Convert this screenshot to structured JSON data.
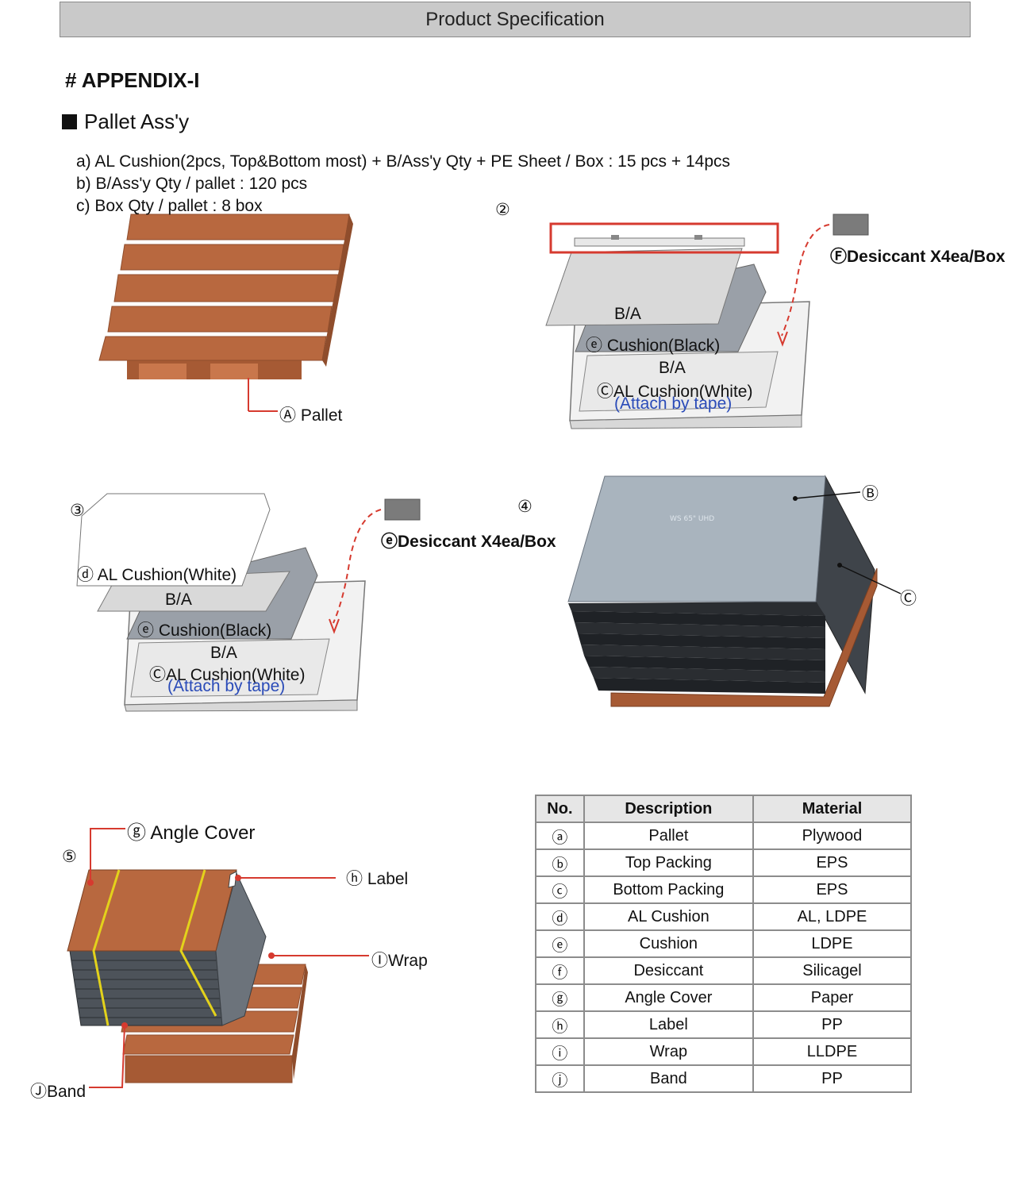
{
  "header": {
    "title": "Product Specification"
  },
  "appendix_title": "# APPENDIX-I",
  "section_title": "Pallet Ass'y",
  "lines": {
    "a": "a) AL Cushion(2pcs, Top&Bottom most) + B/Ass'y Qty + PE Sheet / Box  : 15 pcs + 14pcs",
    "b": "b) B/Ass'y Qty / pallet : 120 pcs",
    "c": "c) Box Qty / pallet : 8 box"
  },
  "steps": {
    "s2": "②",
    "s3": "③",
    "s4": "④",
    "s5": "⑤"
  },
  "fig1": {
    "pallet_label": "Ⓐ Pallet"
  },
  "fig2": {
    "desiccant": "ⒻDesiccant X4ea/Box",
    "ba_top": "B/A",
    "cushion_black": "ⓔ Cushion(Black)",
    "ba_bottom": "B/A",
    "al_cushion": "ⒸAL Cushion(White)",
    "attach": "(Attach by tape)"
  },
  "fig3": {
    "desiccant": "ⓔDesiccant X4ea/Box",
    "al_cushion_top": "ⓓ AL Cushion(White)",
    "ba_top": "B/A",
    "cushion_black": "ⓔ Cushion(Black)",
    "ba_bottom": "B/A",
    "al_cushion": "ⒸAL Cushion(White)",
    "attach": "(Attach by tape)"
  },
  "fig4": {
    "callout_b": "Ⓑ",
    "callout_c": "Ⓒ",
    "box_print": "WS 65\" UHD"
  },
  "fig5": {
    "angle_cover": "ⓖ Angle Cover",
    "label": "ⓗ Label",
    "wrap": "ⒾWrap",
    "band": "ⒿBand"
  },
  "table": {
    "headers": [
      "No.",
      "Description",
      "Material"
    ],
    "rows": [
      [
        "ⓐ",
        "Pallet",
        "Plywood"
      ],
      [
        "ⓑ",
        "Top Packing",
        "EPS"
      ],
      [
        "ⓒ",
        "Bottom Packing",
        "EPS"
      ],
      [
        "ⓓ",
        "AL Cushion",
        "AL, LDPE"
      ],
      [
        "ⓔ",
        "Cushion",
        "LDPE"
      ],
      [
        "ⓕ",
        "Desiccant",
        "Silicagel"
      ],
      [
        "ⓖ",
        "Angle Cover",
        "Paper"
      ],
      [
        "ⓗ",
        "Label",
        "PP"
      ],
      [
        "ⓘ",
        "Wrap",
        "LLDPE"
      ],
      [
        "ⓙ",
        "Band",
        "PP"
      ]
    ]
  },
  "colors": {
    "wood": "#b8683f",
    "wood_dark": "#8f4d2c",
    "highlight_red": "#d63a2f",
    "cushion_gray": "#9aa0a8",
    "box_top": "#a9b4be"
  }
}
